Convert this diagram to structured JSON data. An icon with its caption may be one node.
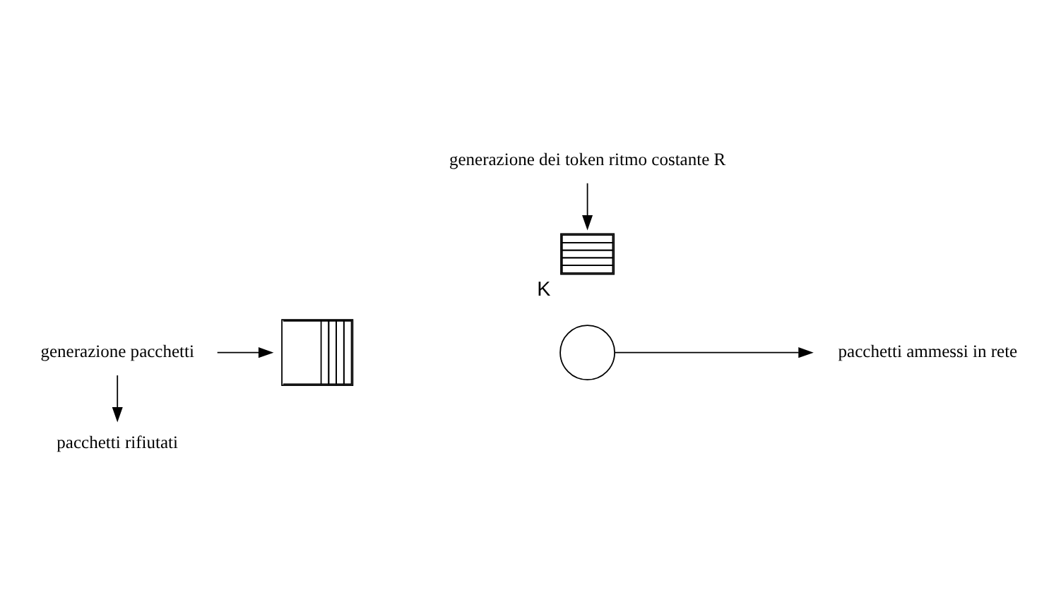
{
  "diagram": {
    "nodes": [
      {
        "text": [],
        "shape": "box"
      },
      {
        "text": [],
        "shape": "circle"
      },
      {
        "text": [],
        "shape": "box",
        "beside": [
          "K"
        ]
      },
      {
        "text": [
          "generazione pacchetti"
        ]
      },
      {
        "text": [
          "pacchetti ammessi in rete"
        ]
      },
      {
        "text": [
          "pacchetti rifiutati"
        ]
      },
      {
        "text": [
          "generazione dei token ritmo costante R"
        ]
      }
    ],
    "edges": [
      {
        "from": 3,
        "to": 0,
        "arrow": "to"
      },
      {
        "from": 3,
        "to": 5,
        "arrow": "to"
      },
      {
        "from": 1,
        "to": 4,
        "arrow": "to"
      },
      {
        "from": 6,
        "to": 2,
        "arrow": "to"
      }
    ]
  }
}
